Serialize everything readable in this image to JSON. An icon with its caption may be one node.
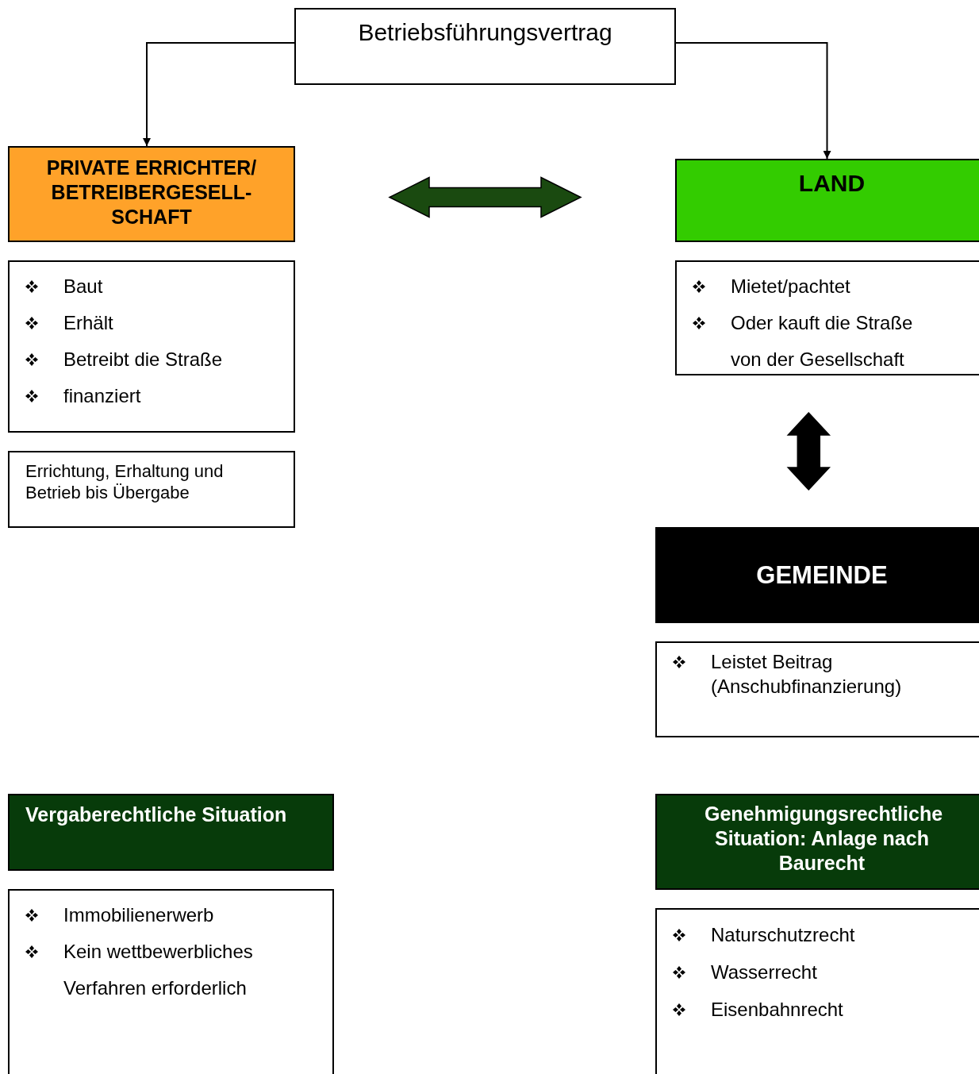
{
  "diagram": {
    "nodes": [
      {
        "text": [
          "Betriebsführungsvertrag"
        ]
      },
      {
        "text": [
          "PRIVATE ERRICHTER/ BETREIBERGESELL- SCHAFT"
        ]
      },
      {
        "text": [
          "LAND"
        ]
      },
      {
        "text": [
          "Baut",
          "Erhält",
          "Betreibt die Straße",
          "finanziert"
        ]
      },
      {
        "text": [
          "Errichtung, Erhaltung und Betrieb bis Übergabe"
        ]
      },
      {
        "text": [
          "Mietet/pachtet",
          "Oder kauft die Straße von der Gesellschaft"
        ]
      },
      {
        "text": [
          "GEMEINDE"
        ]
      },
      {
        "text": [
          "Leistet Beitrag (Anschubfinanzierung)"
        ]
      },
      {
        "text": [
          "Vergaberechtliche Situation"
        ]
      },
      {
        "text": [
          "Immobilienerwerb",
          "Kein wettbewerbliches Verfahren erforderlich"
        ]
      },
      {
        "text": [
          "Genehmigungsrechtliche Situation: Anlage nach Baurecht"
        ]
      },
      {
        "text": [
          "Naturschutzrecht",
          "Wasserrecht",
          "Eisenbahnrecht"
        ]
      }
    ],
    "edges": [
      {
        "from": 0,
        "to": 1,
        "arrow": "to"
      },
      {
        "from": 0,
        "to": 2,
        "arrow": "to"
      },
      {
        "from": 1,
        "to": 2,
        "arrow": "both",
        "style": "thick",
        "color": "#1a4a10"
      },
      {
        "from": 5,
        "to": 6,
        "arrow": "both",
        "style": "thick"
      }
    ]
  }
}
